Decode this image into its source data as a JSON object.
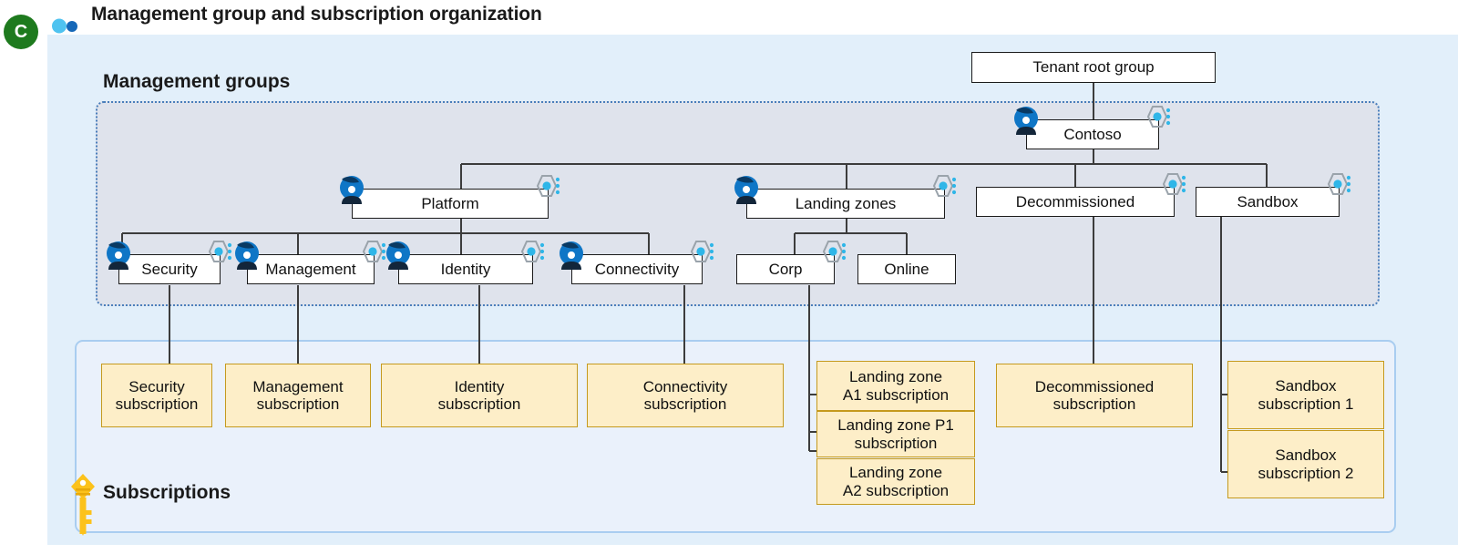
{
  "title": "Management group and subscription organization",
  "brand": {
    "initial": "C",
    "people_icon": "people-icon",
    "key_icon": "key-icon"
  },
  "regions": {
    "management_groups_label": "Management groups",
    "subscriptions_label": "Subscriptions"
  },
  "management_groups": {
    "root": {
      "label": "Tenant root group",
      "icons": []
    },
    "tenant": {
      "label": "Contoso",
      "icons": [
        "user-icon",
        "management-group-icon"
      ]
    },
    "level1": [
      {
        "label": "Platform",
        "icons": [
          "user-icon",
          "management-group-icon"
        ]
      },
      {
        "label": "Landing zones",
        "icons": [
          "user-icon",
          "management-group-icon"
        ]
      },
      {
        "label": "Decommissioned",
        "icons": [
          "management-group-icon"
        ]
      },
      {
        "label": "Sandbox",
        "icons": [
          "management-group-icon"
        ]
      }
    ],
    "platform_children": [
      {
        "label": "Security",
        "icons": [
          "user-icon",
          "management-group-icon"
        ]
      },
      {
        "label": "Management",
        "icons": [
          "user-icon",
          "management-group-icon"
        ]
      },
      {
        "label": "Identity",
        "icons": [
          "user-icon",
          "management-group-icon"
        ]
      },
      {
        "label": "Connectivity",
        "icons": [
          "user-icon",
          "management-group-icon"
        ]
      }
    ],
    "landing_zone_children": [
      {
        "label": "Corp",
        "icons": [
          "management-group-icon"
        ]
      },
      {
        "label": "Online",
        "icons": []
      }
    ]
  },
  "subscriptions": {
    "platform": [
      {
        "line1": "Security",
        "line2": "subscription"
      },
      {
        "line1": "Management",
        "line2": "subscription"
      },
      {
        "line1": "Identity",
        "line2": "subscription"
      },
      {
        "line1": "Connectivity",
        "line2": "subscription"
      }
    ],
    "landing_zones": [
      {
        "line1": "Landing zone",
        "line2": "A1 subscription"
      },
      {
        "line1": "Landing zone P1",
        "line2": "subscription"
      },
      {
        "line1": "Landing zone",
        "line2": "A2 subscription"
      }
    ],
    "decommissioned": [
      {
        "line1": "Decommissioned",
        "line2": "subscription"
      }
    ],
    "sandbox": [
      {
        "line1": "Sandbox",
        "line2": "subscription 1"
      },
      {
        "line1": "Sandbox",
        "line2": "subscription 2"
      }
    ]
  },
  "colors": {
    "page_background": "#ffffff",
    "outer_panel": "#e2effa",
    "management_panel_fill": "#dfe3ec",
    "management_panel_border": "#4a7ebb",
    "subscriptions_panel_fill": "#eaf1fb",
    "subscriptions_panel_border": "#a9cdf0",
    "mg_node_fill": "#ffffff",
    "mg_node_border": "#1b1b1b",
    "subscription_fill": "#fdeec8",
    "subscription_border": "#c59a1e",
    "connector": "#3c3c3c",
    "brand_green": "#1e7a1e",
    "icon_blue": "#0f76c6",
    "icon_cyan": "#2fb6e8",
    "key_gold": "#fcc21b"
  }
}
